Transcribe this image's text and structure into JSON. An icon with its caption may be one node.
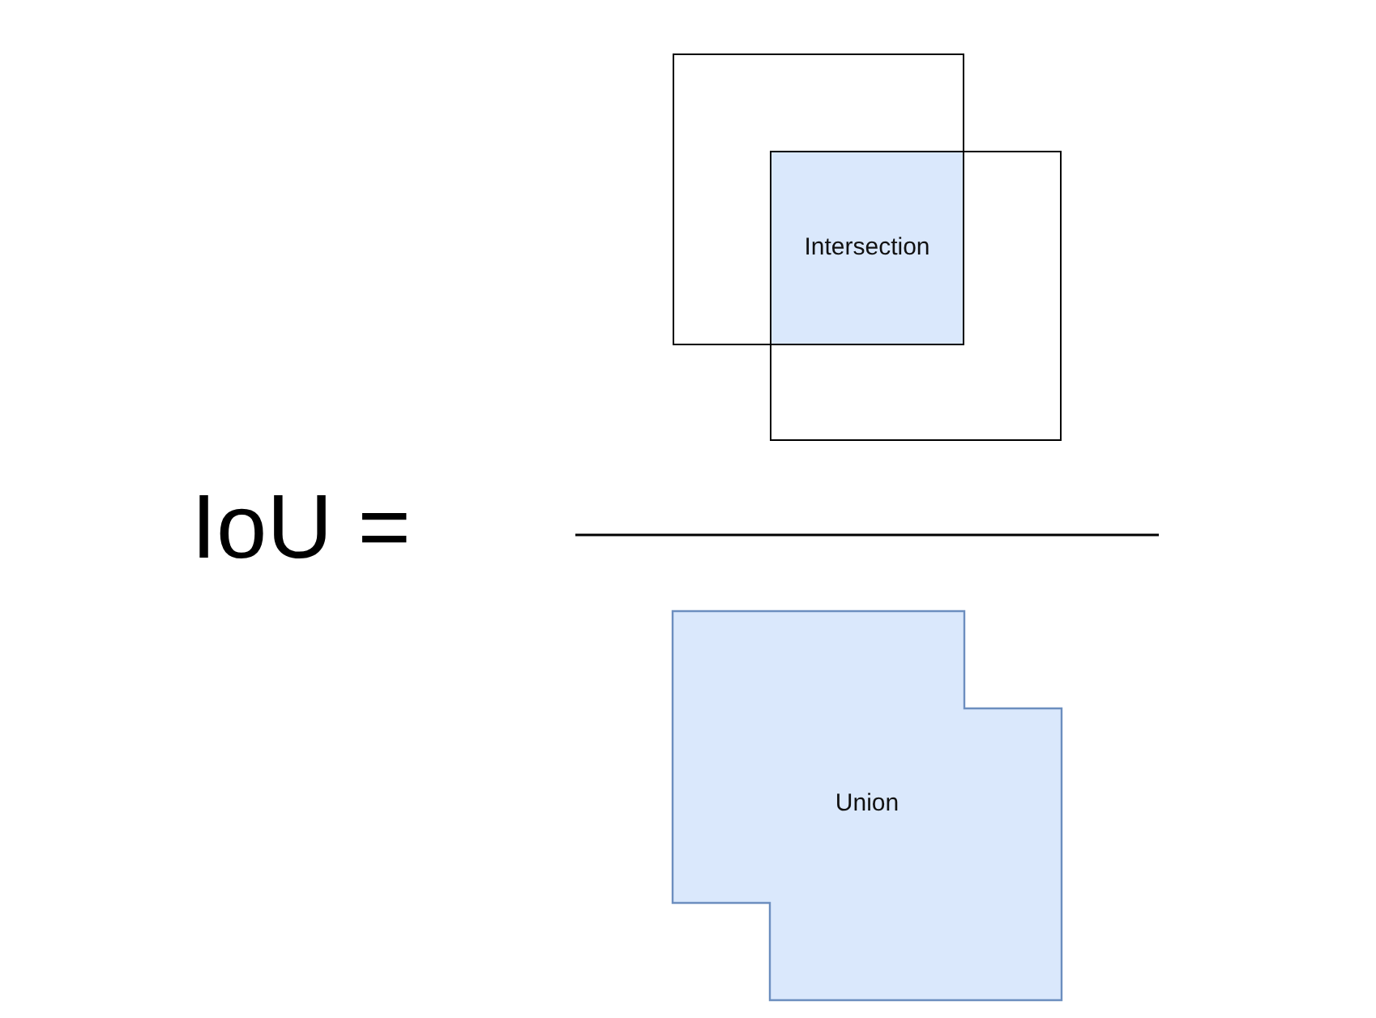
{
  "diagram": {
    "nodes": [
      {
        "text": [],
        "shape": "box"
      },
      {
        "text": [],
        "shape": "box"
      },
      {
        "text": [
          "Intersection"
        ]
      },
      {
        "text": [
          "Union"
        ]
      }
    ],
    "labels": [
      "IoU ="
    ]
  }
}
